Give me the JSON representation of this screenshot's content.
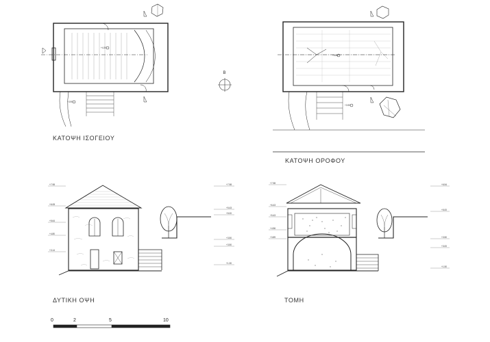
{
  "captions": {
    "ground_plan": "ΚΑΤΟΨΗ ΙΣΟΓΕΙΟΥ",
    "upper_plan": "ΚΑΤΟΨΗ ΟΡΟΦΟΥ",
    "west_elevation": "ΔΥΤΙΚΗ ΟΨΗ",
    "section": "ΤΟΜΗ"
  },
  "north_arrow": {
    "label": "B"
  },
  "scale_bar": {
    "ticks": [
      "0",
      "2",
      "5",
      "10"
    ]
  },
  "plan_levels": {
    "ground_inside": "+4.30",
    "ground_outside": "+3.90",
    "upper_inside": "+5.88",
    "upper_outside": "+3.90"
  },
  "elevation_levels": {
    "left": [
      "+7.98",
      "+6.08",
      "+5.64",
      "+4.80",
      "+3.14"
    ],
    "right": [
      "+7.98",
      "+5.43",
      "+5.00",
      "+3.50",
      "+3.50",
      "+1.30"
    ]
  },
  "section_levels": {
    "left": [
      "+7.98",
      "+6.43",
      "+5.43",
      "+4.56",
      "+3.89"
    ],
    "right": [
      "+6.54",
      "+5.00",
      "+3.50",
      "+3.00",
      "+1.50"
    ]
  },
  "colors": {
    "ink": "#222222",
    "paper": "#ffffff",
    "hatch": "#888888"
  }
}
